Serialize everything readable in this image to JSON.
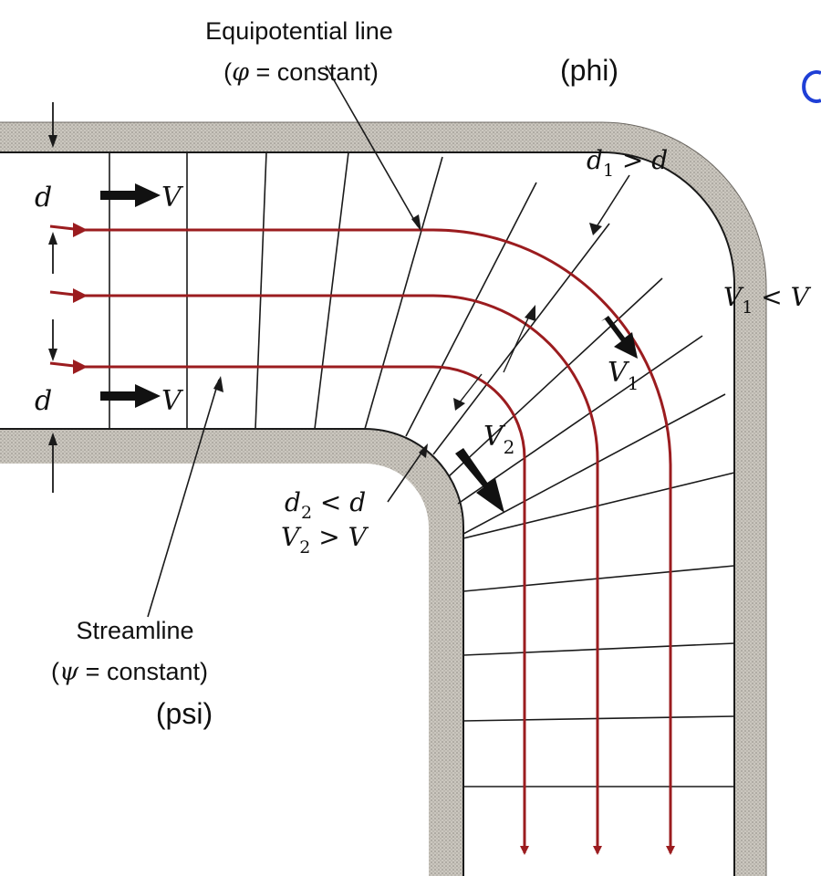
{
  "labels": {
    "equipotential_title": "Equipotential line",
    "equipotential_eq_pre": "(",
    "equipotential_symbol": "φ",
    "equipotential_eq_post": " = constant)",
    "phi_name": "(phi)",
    "streamline_title": "Streamline",
    "streamline_eq_pre": "(",
    "streamline_symbol": "ψ",
    "streamline_eq_post": " = constant)",
    "psi_name": "(psi)",
    "d_top": "d",
    "V_top": "V",
    "d_bottom": "d",
    "V_bottom": "V",
    "d1_var": "d",
    "d1_sub": "1",
    "d1_rel": " > d",
    "V1_rel_var": "V",
    "V1_rel_sub": "1",
    "V1_rel": " < V",
    "V1_var": "V",
    "V1_sub": "1",
    "V2_var": "V",
    "V2_sub": "2",
    "d2_var": "d",
    "d2_sub": "2",
    "d2_rel": " < d",
    "V2_rel_var": "V",
    "V2_rel_sub": "2",
    "V2_rel": " > V"
  },
  "colors": {
    "streamline": "#9b1c1f",
    "wall_fill": "#c9c5bd",
    "wall_edge": "#1a1a1a",
    "grid": "#1a1a1a",
    "clipped_text": "#1f3fd6"
  }
}
